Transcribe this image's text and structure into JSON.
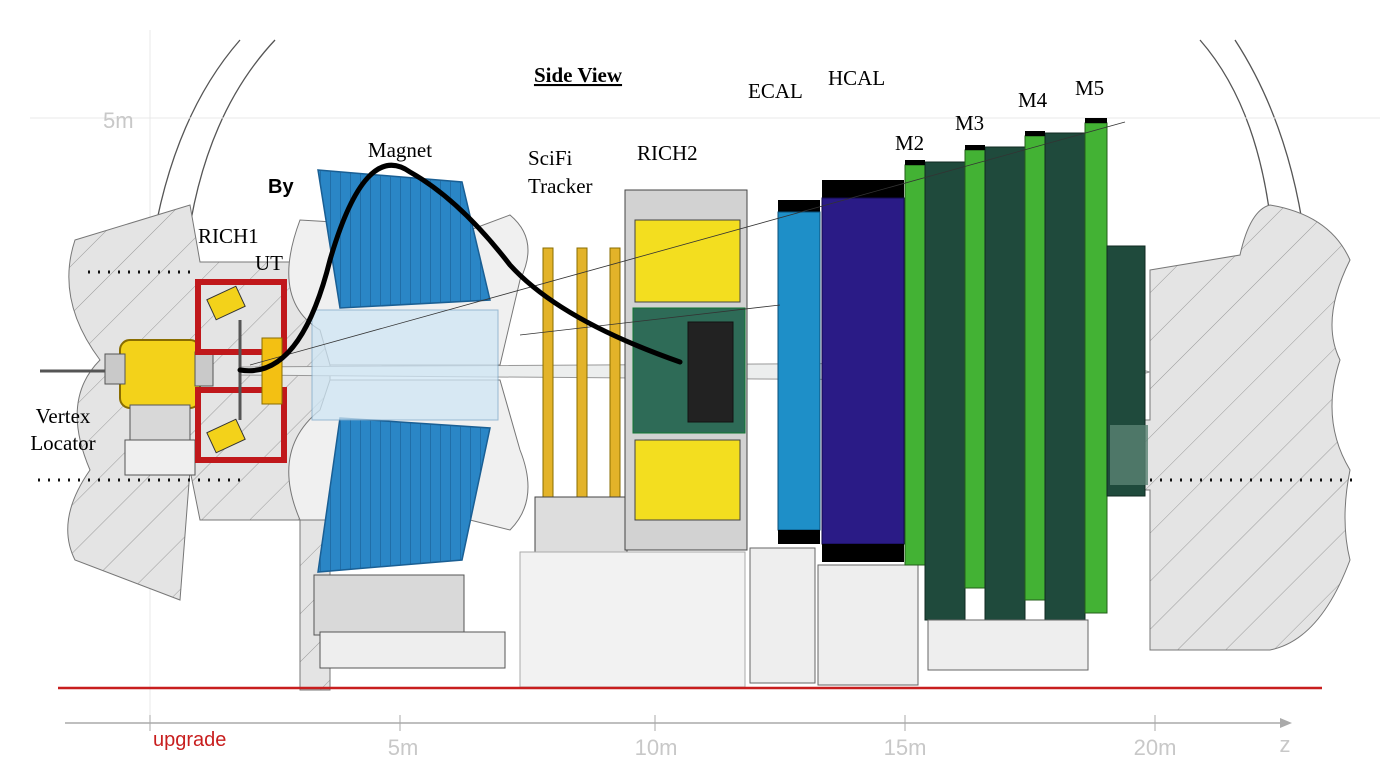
{
  "title": "Side View",
  "vertical_axis": {
    "label_5m": "5m"
  },
  "horizontal_axis": {
    "ticks": [
      "5m",
      "10m",
      "15m",
      "20m"
    ],
    "axis_name": "z"
  },
  "upgrade_label": "upgrade",
  "field_label": "By",
  "detectors": {
    "vertex_line1": "Vertex",
    "vertex_line2": "Locator",
    "rich1": "RICH1",
    "ut": "UT",
    "magnet": "Magnet",
    "scifi_line1": "SciFi",
    "scifi_line2": "Tracker",
    "rich2": "RICH2",
    "ecal": "ECAL",
    "hcal": "HCAL",
    "m2": "M2",
    "m3": "M3",
    "m4": "M4",
    "m5": "M5"
  },
  "colors": {
    "magnet_blue": "#2a86c6",
    "velo_yellow": "#f3d21a",
    "rich_red": "#c0181b",
    "scifi_gold": "#e3b329",
    "rich2_yellow": "#f3de1f",
    "rich2_green": "#2e6b57",
    "ecal_blue": "#1e8fc8",
    "hcal_purple": "#2a1b86",
    "muon_green": "#43b234",
    "muon_dark": "#1f4a3c",
    "shield_gray": "#e3e3e3",
    "upgrade_red": "#c81e1e",
    "field_curve": "#000000"
  }
}
